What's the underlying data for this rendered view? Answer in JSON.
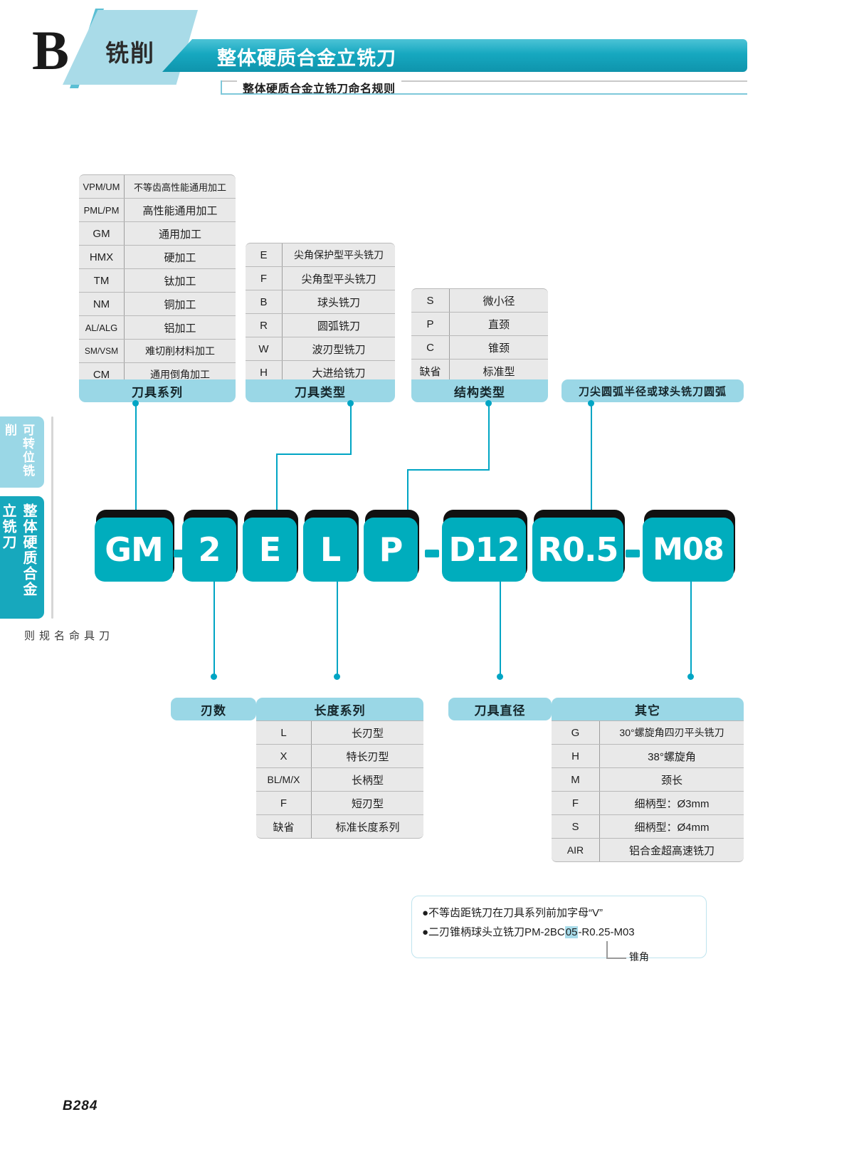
{
  "header": {
    "letter": "B",
    "category": "铣削",
    "title": "整体硬质合金立铣刀",
    "subtitle": "整体硬质合金立铣刀命名规则"
  },
  "side_tabs": {
    "inactive_label": "可转位铣削",
    "active_label": "整体硬质合金立铣刀",
    "note": "刀具命名规则"
  },
  "tables": {
    "tool_series": {
      "header": "刀具系列",
      "rows": [
        {
          "code": "VPM/UM",
          "desc": "不等齿高性能通用加工"
        },
        {
          "code": "PML/PM",
          "desc": "高性能通用加工"
        },
        {
          "code": "GM",
          "desc": "通用加工"
        },
        {
          "code": "HMX",
          "desc": "硬加工"
        },
        {
          "code": "TM",
          "desc": "钛加工"
        },
        {
          "code": "NM",
          "desc": "铜加工"
        },
        {
          "code": "AL/ALG",
          "desc": "铝加工"
        },
        {
          "code": "SM/VSM",
          "desc": "难切削材料加工"
        },
        {
          "code": "CM",
          "desc": "通用倒角加工"
        }
      ]
    },
    "tool_type": {
      "header": "刀具类型",
      "rows": [
        {
          "code": "E",
          "desc": "尖角保护型平头铣刀"
        },
        {
          "code": "F",
          "desc": "尖角型平头铣刀"
        },
        {
          "code": "B",
          "desc": "球头铣刀"
        },
        {
          "code": "R",
          "desc": "圆弧铣刀"
        },
        {
          "code": "W",
          "desc": "波刃型铣刀"
        },
        {
          "code": "H",
          "desc": "大进给铣刀"
        }
      ]
    },
    "structure_type": {
      "header": "结构类型",
      "rows": [
        {
          "code": "S",
          "desc": "微小径"
        },
        {
          "code": "P",
          "desc": "直颈"
        },
        {
          "code": "C",
          "desc": "锥颈"
        },
        {
          "code": "缺省",
          "desc": "标准型"
        }
      ]
    },
    "corner_radius": {
      "header": "刀尖圆弧半径或球头铣刀圆弧"
    },
    "flute_count": {
      "header": "刃数"
    },
    "length_series": {
      "header": "长度系列",
      "rows": [
        {
          "code": "L",
          "desc": "长刃型"
        },
        {
          "code": "X",
          "desc": "特长刃型"
        },
        {
          "code": "BL/M/X",
          "desc": "长柄型"
        },
        {
          "code": "F",
          "desc": "短刃型"
        },
        {
          "code": "缺省",
          "desc": "标准长度系列"
        }
      ]
    },
    "tool_diameter": {
      "header": "刀具直径"
    },
    "other": {
      "header": "其它",
      "rows": [
        {
          "code": "G",
          "desc": "30°螺旋角四刃平头铣刀"
        },
        {
          "code": "H",
          "desc": "38°螺旋角"
        },
        {
          "code": "M",
          "desc": "颈长"
        },
        {
          "code": "F",
          "desc": "细柄型：Ø3mm"
        },
        {
          "code": "S",
          "desc": "细柄型：Ø4mm"
        },
        {
          "code": "AIR",
          "desc": "铝合金超高速铣刀"
        }
      ]
    }
  },
  "code_example": {
    "blocks": [
      {
        "text": "GM"
      },
      {
        "text": "2"
      },
      {
        "text": "E"
      },
      {
        "text": "L"
      },
      {
        "text": "P"
      },
      {
        "text": "D12"
      },
      {
        "text": "R0.5"
      },
      {
        "text": "M08"
      }
    ],
    "separator": "-",
    "full_code": "GM-2ELP-D12R0.5-M08"
  },
  "notes": {
    "line1": "●不等齿距铣刀在刀具系列前加字母“V”",
    "line2_prefix": "●二刃锥柄球头立铣刀PM-2BC",
    "line2_highlight": "05",
    "line2_suffix": "-R0.25-M03",
    "callout_label": "锥角"
  },
  "footer": {
    "page_number": "B284"
  },
  "colors": {
    "teal": "#00adbd",
    "light_blue": "#9ad7e6",
    "header_bar": "#16a8c0",
    "connector": "#00a5c4",
    "table_bg": "#e9e9e9"
  }
}
